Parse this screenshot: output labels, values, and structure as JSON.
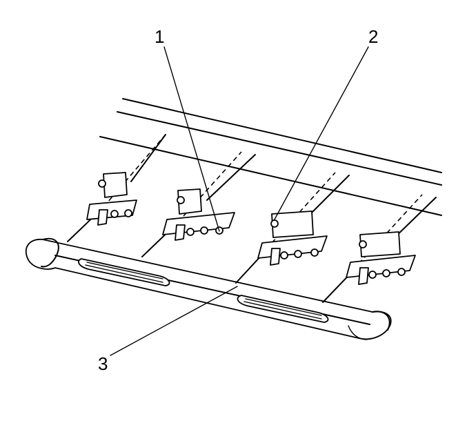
{
  "diagram": {
    "callouts": [
      {
        "id": "1",
        "label": "1"
      },
      {
        "id": "2",
        "label": "2"
      },
      {
        "id": "3",
        "label": "3"
      }
    ],
    "line_color": "#000000",
    "background_color": "#ffffff"
  }
}
